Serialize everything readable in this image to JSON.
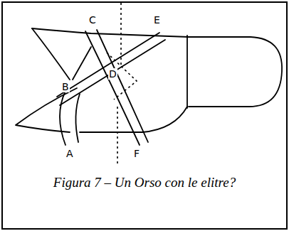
{
  "diagram": {
    "caption": "Figura 7 – Un Orso con le elitre?",
    "labels": [
      "C",
      "E",
      "B",
      "D",
      "A",
      "F"
    ]
  }
}
